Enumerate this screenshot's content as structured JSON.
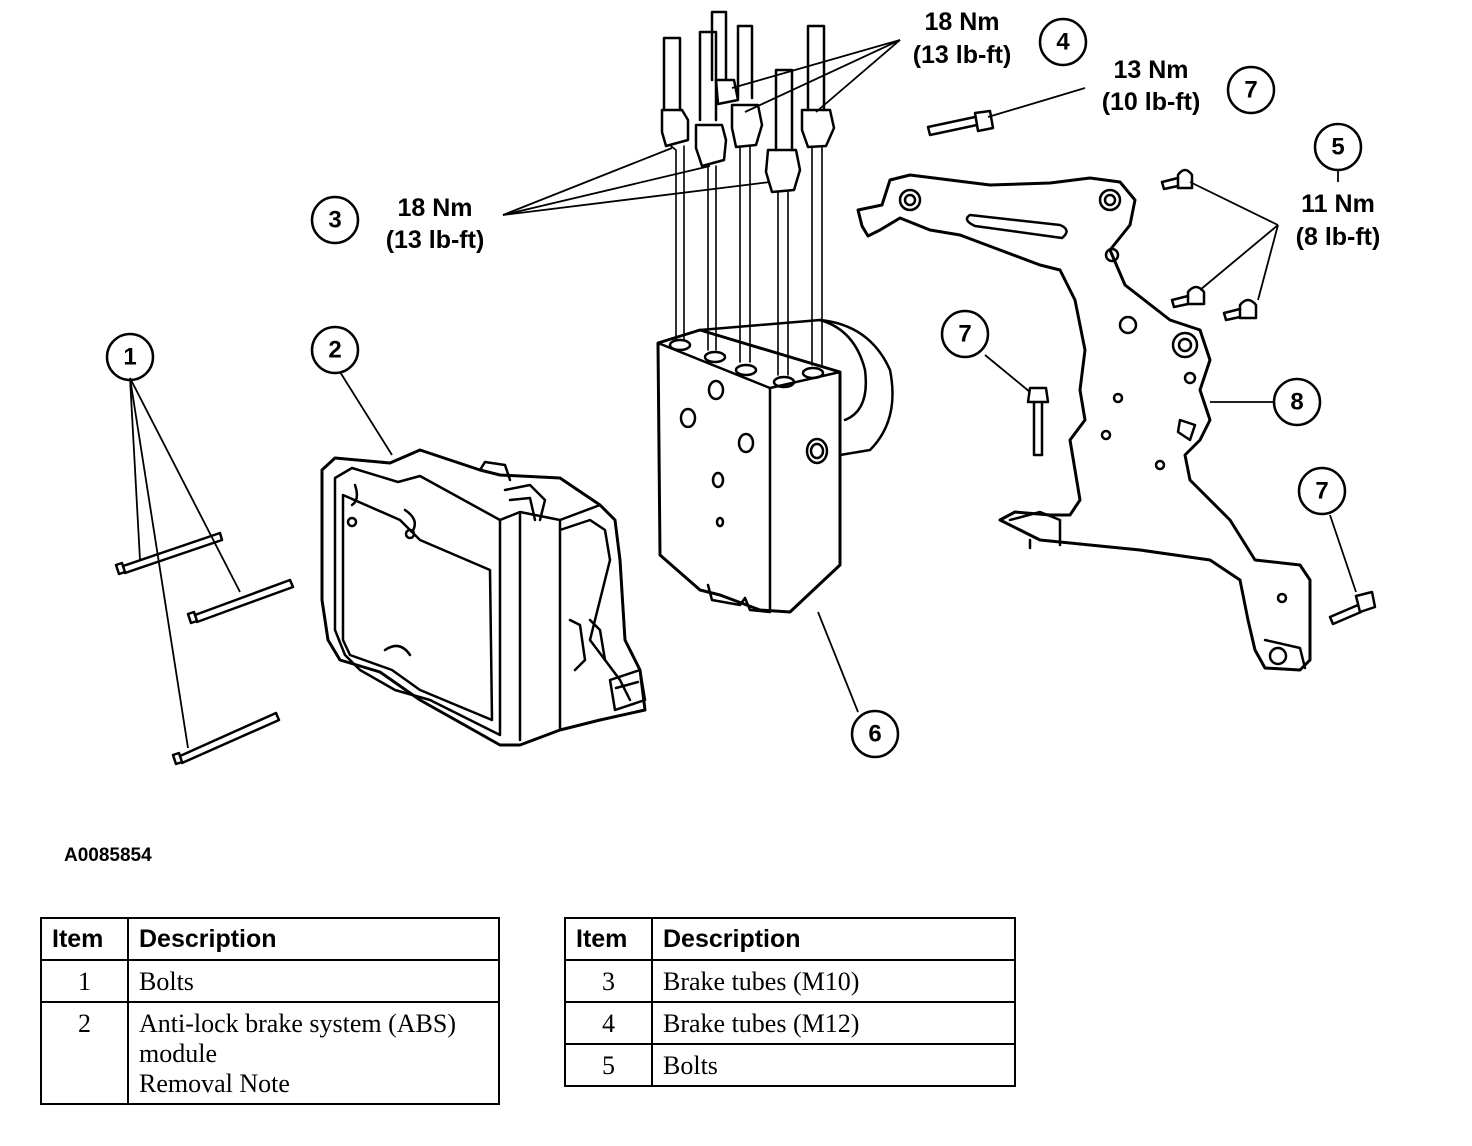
{
  "callouts": {
    "c1": "1",
    "c2": "2",
    "c3": "3",
    "c4": "4",
    "c5": "5",
    "c6": "6",
    "c7a": "7",
    "c7b": "7",
    "c7c": "7",
    "c8": "8"
  },
  "torques": {
    "t3": {
      "line1": "18 Nm",
      "line2": "(13 lb-ft)"
    },
    "t4": {
      "line1": "18 Nm",
      "line2": "(13 lb-ft)"
    },
    "t7": {
      "line1": "13 Nm",
      "line2": "(10 lb-ft)"
    },
    "t5": {
      "line1": "11 Nm",
      "line2": "(8 lb-ft)"
    }
  },
  "figure_id": "A0085854",
  "legend_left": {
    "headers": {
      "item": "Item",
      "description": "Description"
    },
    "rows": [
      {
        "item": "1",
        "lines": [
          "Bolts"
        ]
      },
      {
        "item": "2",
        "lines": [
          "Anti-lock brake system (ABS)",
          "module",
          "Removal Note"
        ]
      }
    ]
  },
  "legend_right": {
    "headers": {
      "item": "Item",
      "description": "Description"
    },
    "rows": [
      {
        "item": "3",
        "lines": [
          "Brake tubes (M10)"
        ]
      },
      {
        "item": "4",
        "lines": [
          "Brake tubes (M12)"
        ]
      },
      {
        "item": "5",
        "lines": [
          "Bolts"
        ]
      }
    ]
  }
}
